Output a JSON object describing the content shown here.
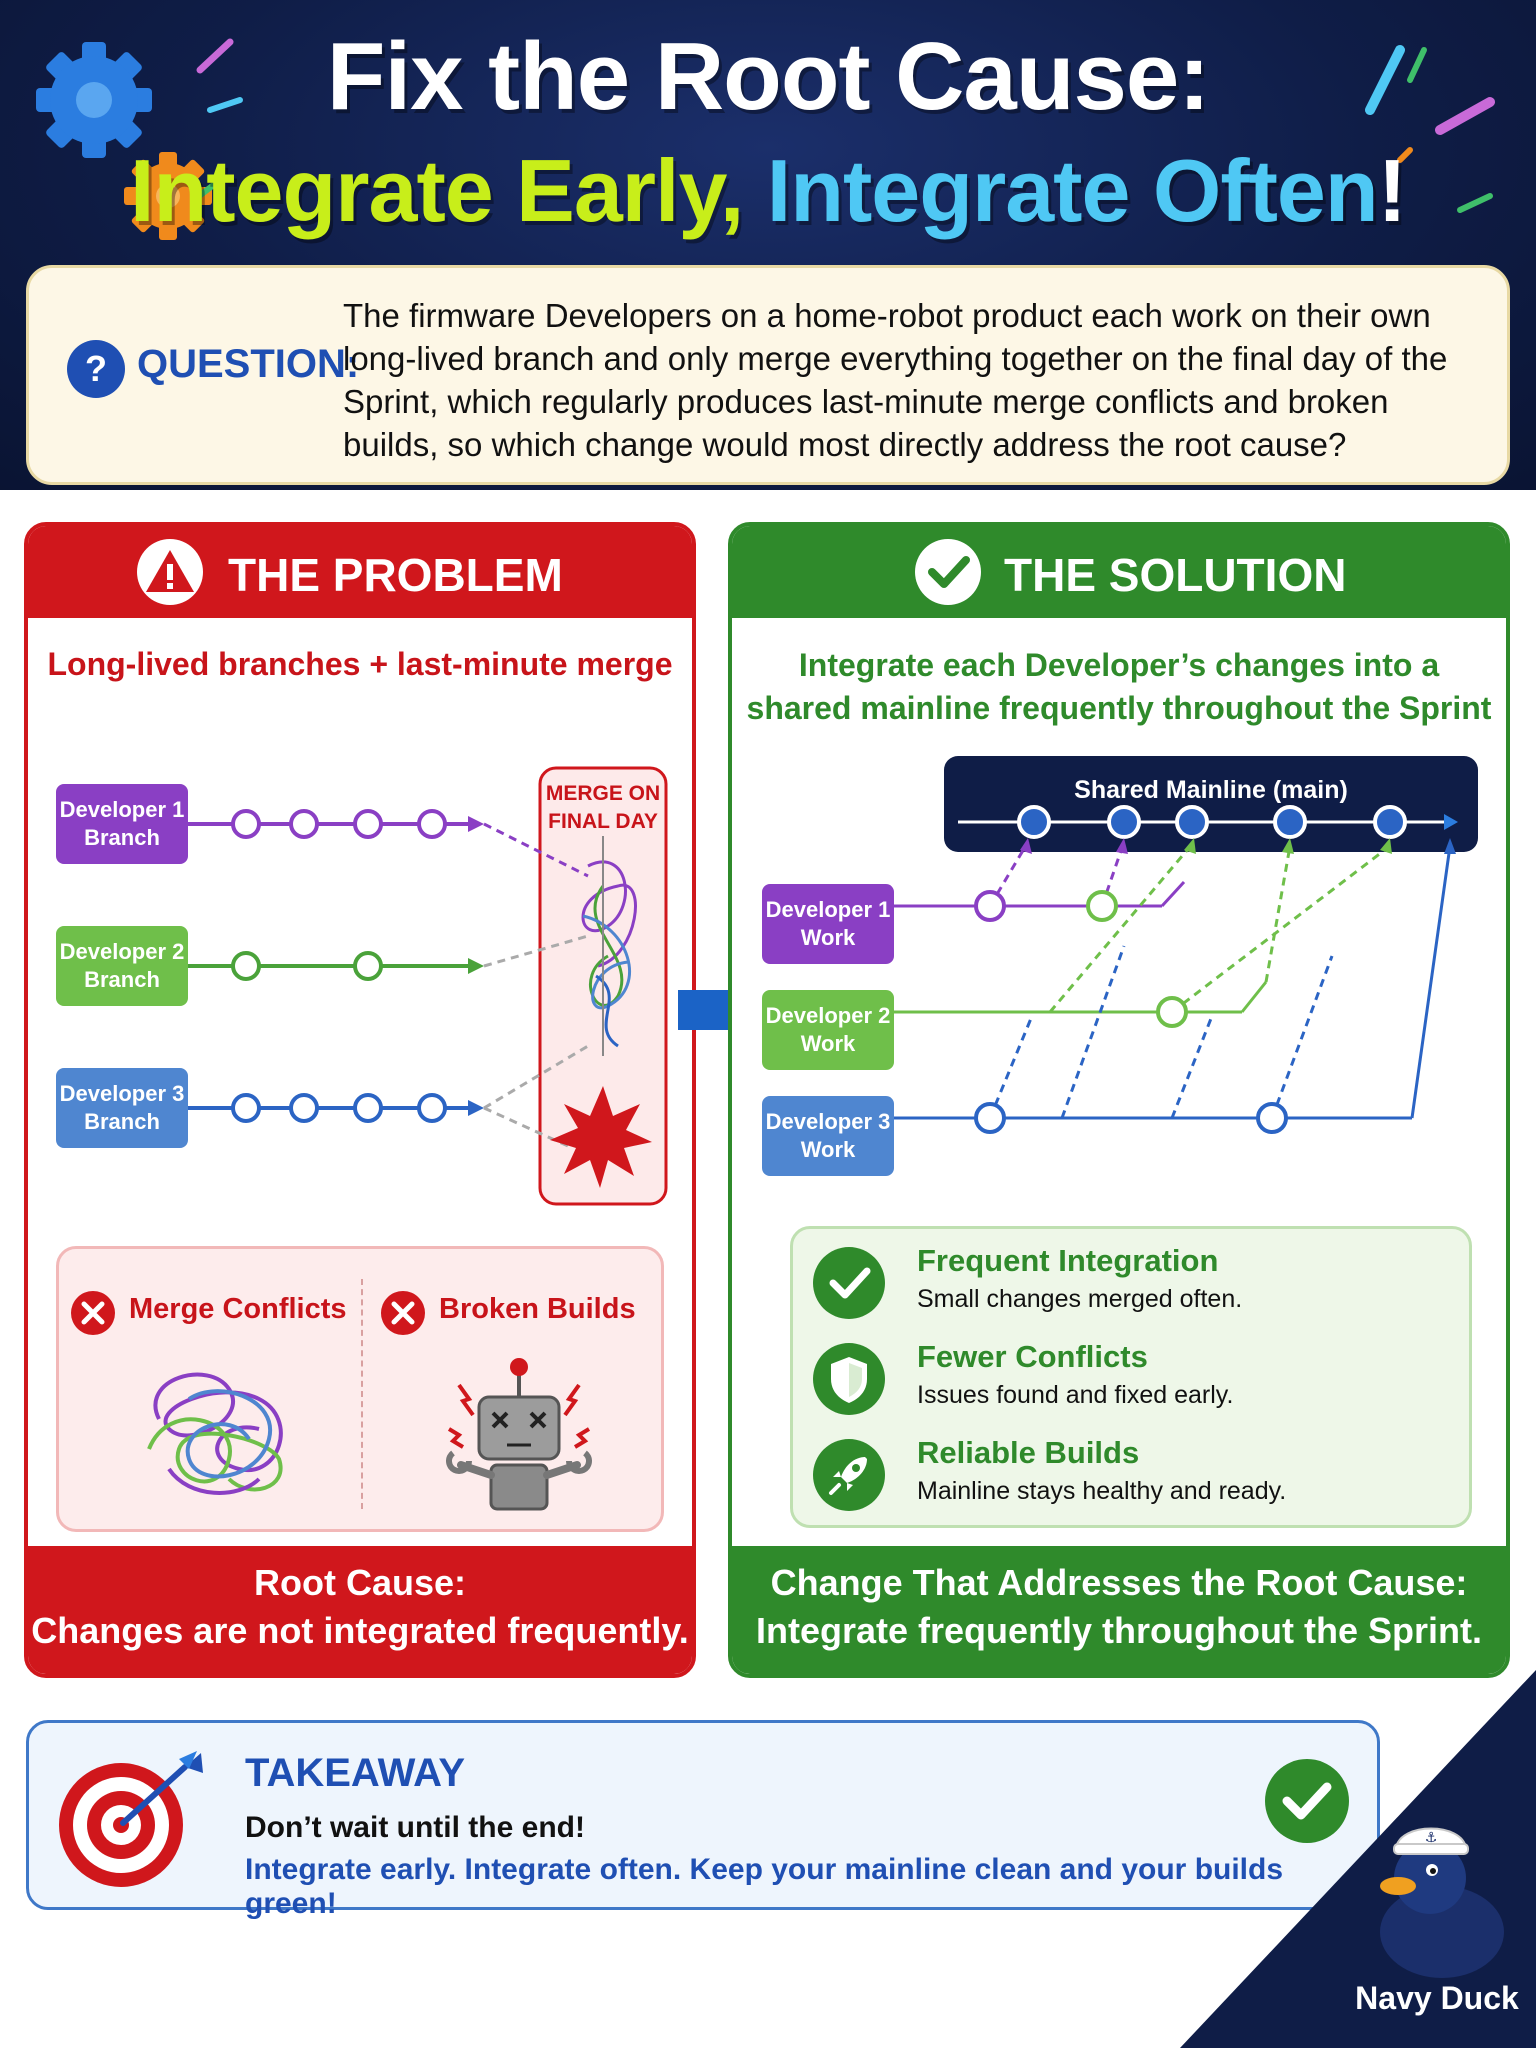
{
  "header": {
    "title_line1": "Fix the Root Cause:",
    "title_line2_part1": "Integrate Early,",
    "title_line2_part2": "Integrate Often",
    "title_line2_bang": "!"
  },
  "question": {
    "label": "QUESTION:",
    "text": "The firmware Developers on a home-robot product each work on their own long-lived branch and only merge everything together on the final day of the Sprint, which regularly produces last-minute merge conflicts and broken builds, so which change would most directly address the root cause?"
  },
  "problem": {
    "title": "THE PROBLEM",
    "subtitle": "Long-lived branches + last-minute merge",
    "branches": [
      {
        "line1": "Developer 1",
        "line2": "Branch"
      },
      {
        "line1": "Developer 2",
        "line2": "Branch"
      },
      {
        "line1": "Developer 3",
        "line2": "Branch"
      }
    ],
    "merge_line1": "MERGE ON",
    "merge_line2": "FINAL DAY",
    "impacts": [
      "Merge Conflicts",
      "Broken Builds"
    ],
    "root_cause_label": "Root Cause:",
    "root_cause_text": "Changes are not integrated frequently."
  },
  "solution": {
    "title": "THE SOLUTION",
    "subtitle_line1": "Integrate each Developer’s changes into a",
    "subtitle_line2": "shared mainline frequently throughout the Sprint",
    "mainline_label": "Shared Mainline (main)",
    "work": [
      {
        "line1": "Developer 1",
        "line2": "Work"
      },
      {
        "line1": "Developer 2",
        "line2": "Work"
      },
      {
        "line1": "Developer 3",
        "line2": "Work"
      }
    ],
    "benefits": [
      {
        "title": "Frequent Integration",
        "desc": "Small changes merged often.",
        "icon": "check-icon"
      },
      {
        "title": "Fewer Conflicts",
        "desc": "Issues found and fixed early.",
        "icon": "shield-icon"
      },
      {
        "title": "Reliable Builds",
        "desc": "Mainline stays healthy and ready.",
        "icon": "rocket-icon"
      }
    ],
    "change_label": "Change That Addresses the Root Cause:",
    "change_text": "Integrate frequently throughout the Sprint."
  },
  "takeaway": {
    "title": "TAKEAWAY",
    "line1": "Don’t wait until the end!",
    "line2": "Integrate early. Integrate often. Keep your mainline clean and your builds green!"
  },
  "brand": {
    "name": "Navy Duck"
  },
  "colors": {
    "navy": "#0f1d47",
    "problem_red": "#d0171c",
    "solution_green": "#2f8a2b",
    "dev1_purple": "#8a3fc4",
    "dev2_green": "#6fbf4a",
    "dev3_blue": "#4f86d0",
    "accent_blue": "#1f4fb3"
  }
}
